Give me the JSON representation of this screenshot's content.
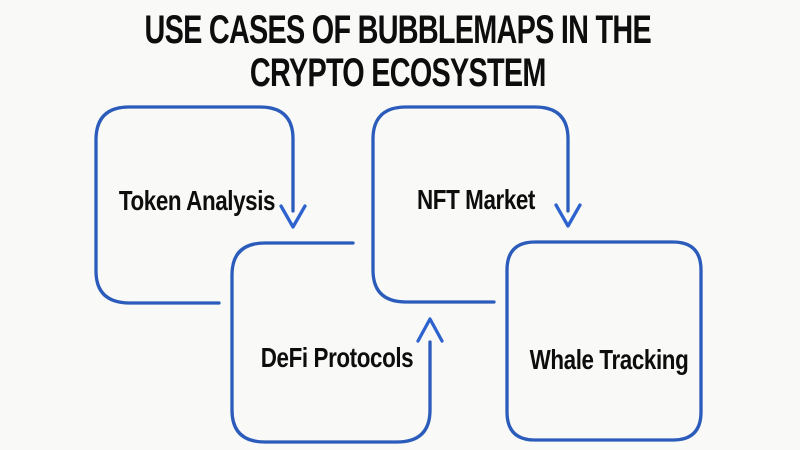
{
  "title": {
    "line1": "USE CASES OF BUBBLEMAPS IN THE",
    "line2": "CRYPTO ECOSYSTEM"
  },
  "nodes": [
    {
      "id": "token-analysis",
      "label": "Token Analysis"
    },
    {
      "id": "nft-market",
      "label": "NFT Market"
    },
    {
      "id": "defi-protocols",
      "label": "DeFi Protocols"
    },
    {
      "id": "whale-tracking",
      "label": "Whale Tracking"
    }
  ],
  "edges": [
    {
      "from": "Token Analysis",
      "to": "DeFi Protocols",
      "direction": "down"
    },
    {
      "from": "NFT Market",
      "to": "Whale Tracking",
      "direction": "down"
    },
    {
      "from": "DeFi Protocols",
      "to": "NFT Market",
      "direction": "up"
    }
  ],
  "colors": {
    "stroke": "#2b5cbb",
    "arrow": "#2e63cf",
    "background": "#f9f9f7",
    "text": "#0d0d0d"
  }
}
